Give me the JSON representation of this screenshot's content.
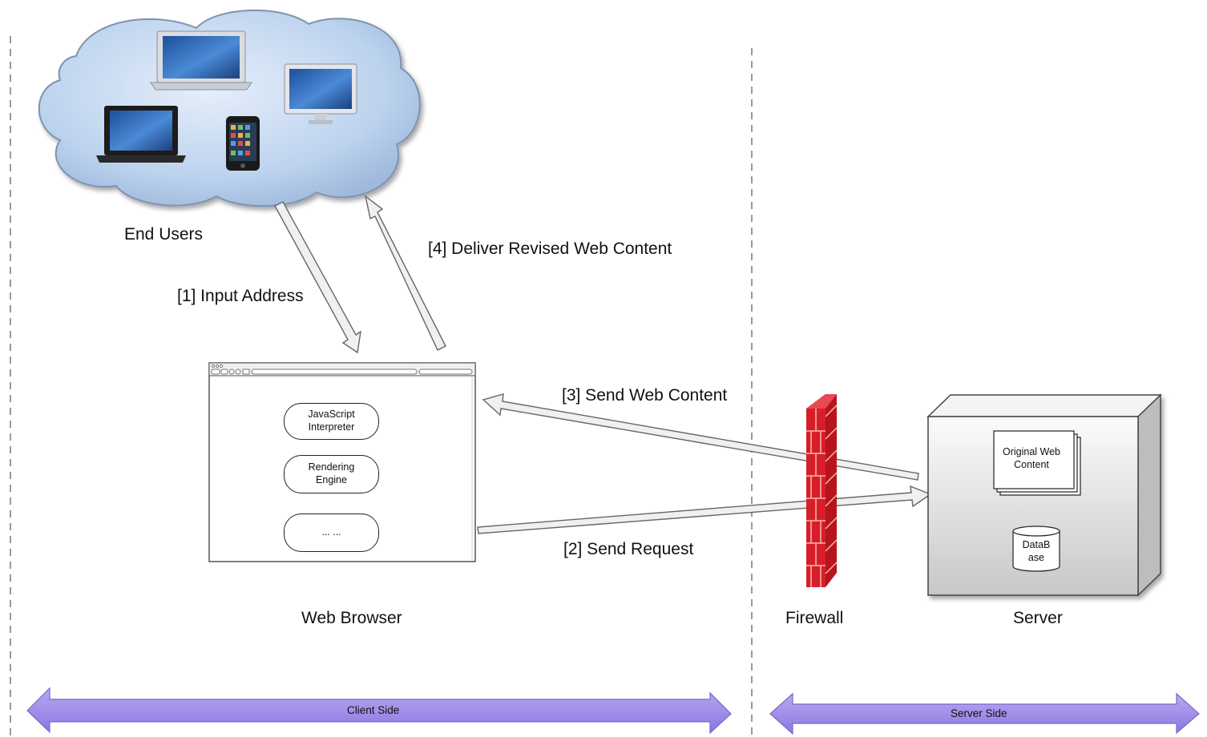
{
  "nodes": {
    "end_users": "End Users",
    "web_browser": "Web Browser",
    "firewall": "Firewall",
    "server": "Server"
  },
  "components": {
    "javascript_interpreter": "JavaScript Interpreter",
    "rendering_engine": "Rendering Engine",
    "other": "... ...",
    "original_web_content": "Original Web Content",
    "database": "DataB ase"
  },
  "flows": {
    "step1": "[1] Input Address",
    "step2": "[2] Send Request",
    "step3": "[3] Send Web Content",
    "step4": "[4] Deliver Revised Web Content"
  },
  "zones": {
    "client_side": "Client Side",
    "server_side": "Server Side"
  },
  "colors": {
    "cloud_fill": "#bcd3ee",
    "cloud_stroke": "#7f93b0",
    "firewall_red": "#d71e28",
    "zone_arrow": "#9b87e8",
    "divider": "#9a9a9a"
  }
}
